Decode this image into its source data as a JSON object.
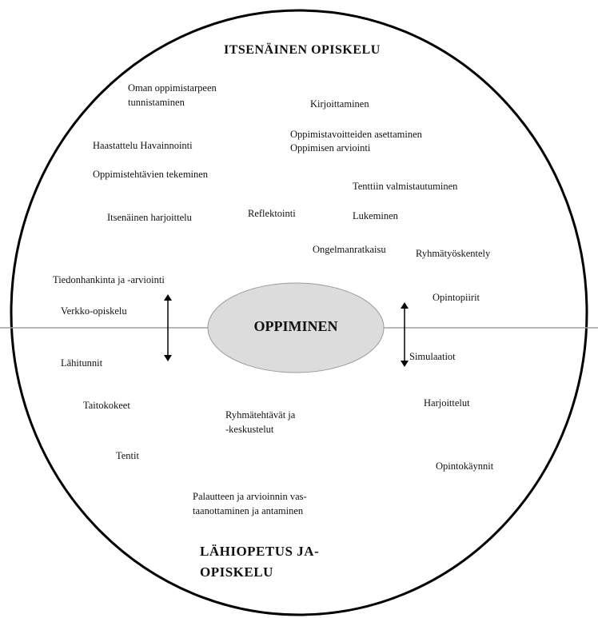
{
  "top_heading": "ITSENÄINEN OPISKELU",
  "center_label": "OPPIMINEN",
  "bottom_heading": [
    "LÄHIOPETUS JA-",
    "OPISKELU"
  ],
  "upper_items": {
    "oman": [
      "Oman oppimistarpeen",
      "tunnistaminen"
    ],
    "kirjoittaminen": "Kirjoittaminen",
    "haastattelu": "Haastattelu Havainnointi",
    "tavoitteet": [
      "Oppimistavoitteiden asettaminen",
      "Oppimisen arviointi"
    ],
    "tehtavat": "Oppimistehtävien tekeminen",
    "tentti": "Tenttiin valmistautuminen",
    "harjoittelu": "Itsenäinen harjoittelu",
    "reflektointi": "Reflektointi",
    "lukeminen": "Lukeminen",
    "ongelma": "Ongelmanratkaisu",
    "ryhmatyo": "Ryhmätyöskentely",
    "tiedonhankinta": "Tiedonhankinta ja -arviointi",
    "verkko": "Verkko-opiskelu",
    "opintopiirit": "Opintopiirit"
  },
  "lower_items": {
    "lahitunnit": "Lähitunnit",
    "simulaatiot": "Simulaatiot",
    "taitokokeet": "Taitokokeet",
    "harjoittelut": "Harjoittelut",
    "ryhmatehtavat": [
      "Ryhmätehtävät ja",
      "-keskustelut"
    ],
    "tentit": "Tentit",
    "opintokaynnit": "Opintokäynnit",
    "palaute": [
      "Palautteen ja arvioinnin vas-",
      "taanottaminen ja antaminen"
    ]
  },
  "colors": {
    "ellipse_fill": "#dcdcdc",
    "ellipse_stroke": "#9a9a9a",
    "divider": "#a0a0a0",
    "circle": "#000000"
  }
}
